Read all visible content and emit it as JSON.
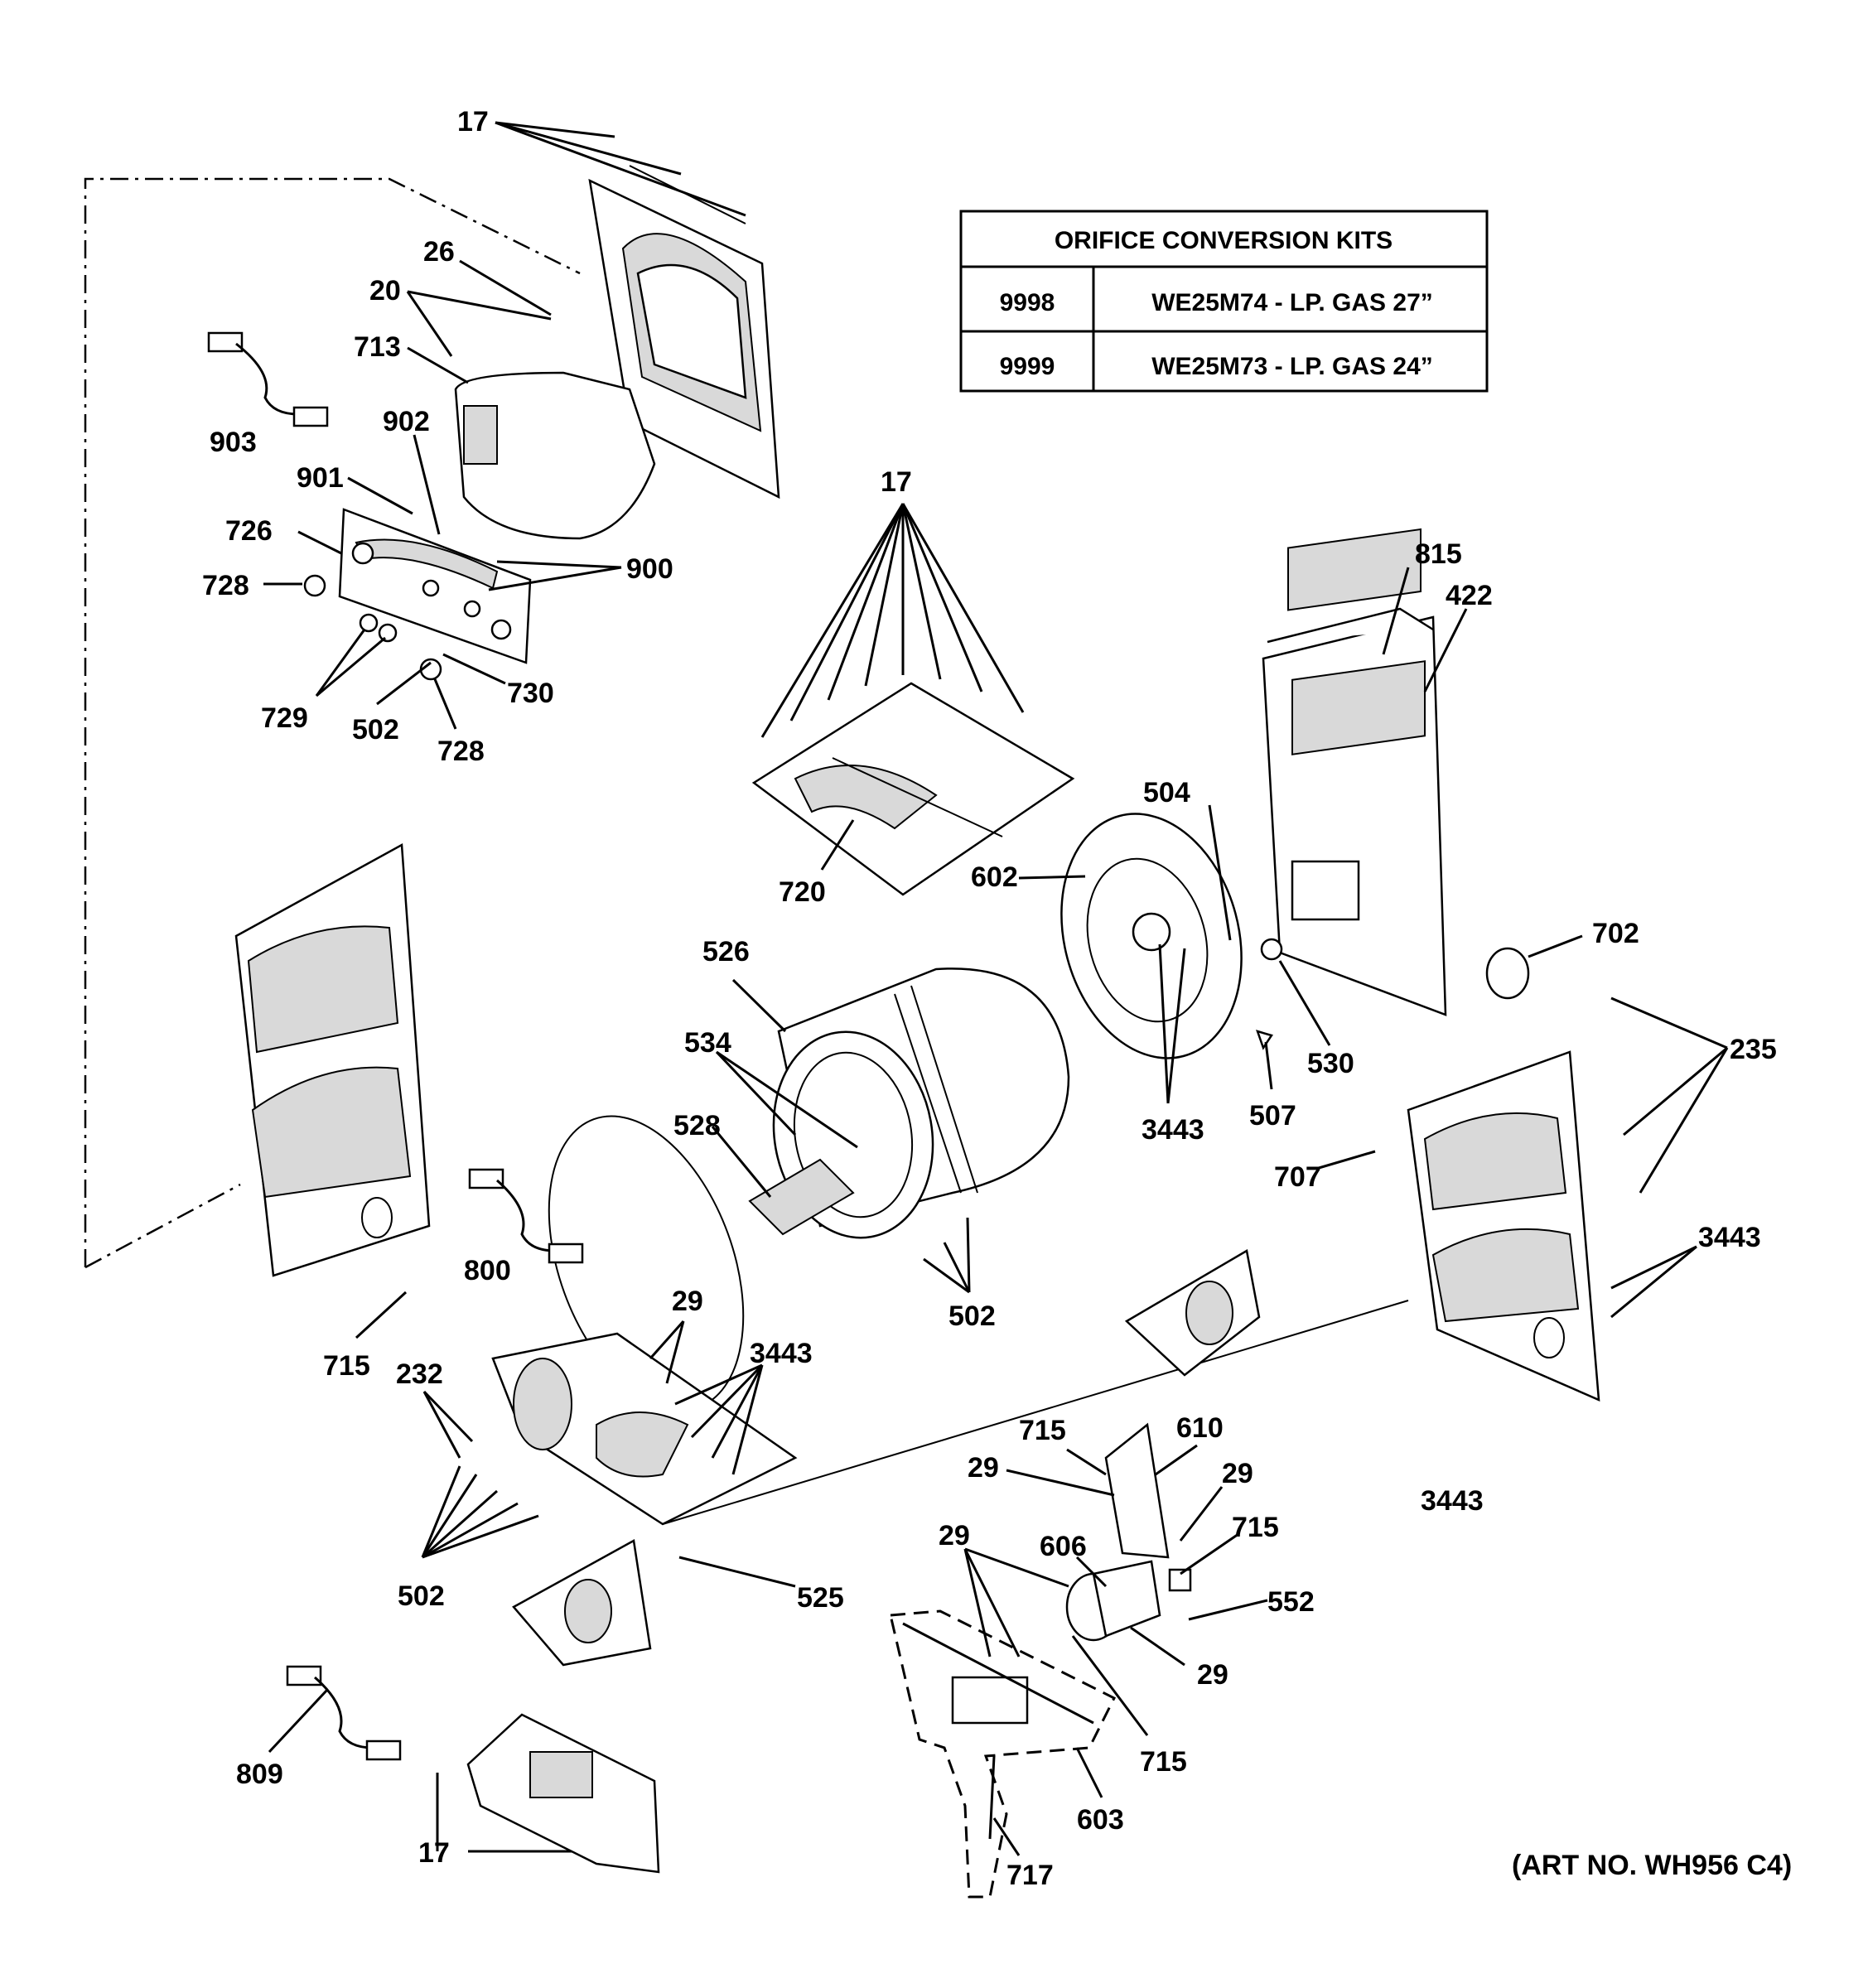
{
  "table": {
    "title": "ORIFICE CONVERSION KITS",
    "rows": [
      {
        "num": "9998",
        "desc": "WE25M74 - LP. GAS 27”"
      },
      {
        "num": "9999",
        "desc": "WE25M73 - LP. GAS 24”"
      }
    ]
  },
  "art_no": "(ART NO. WH956 C4)",
  "callouts": {
    "c17_top": "17",
    "c26": "26",
    "c20": "20",
    "c713": "713",
    "c903": "903",
    "c902": "902",
    "c901": "901",
    "c726": "726",
    "c728_a": "728",
    "c900": "900",
    "c729": "729",
    "c502_a": "502",
    "c730": "730",
    "c728_b": "728",
    "c17_mid": "17",
    "c815": "815",
    "c422": "422",
    "c504": "504",
    "c602": "602",
    "c720": "720",
    "c526": "526",
    "c702": "702",
    "c530": "530",
    "c534": "534",
    "c235": "235",
    "c3443_a": "3443",
    "c507": "507",
    "c528": "528",
    "c707": "707",
    "c3443_b": "3443",
    "c800": "800",
    "c502_b": "502",
    "c29_a": "29",
    "c3443_c": "3443",
    "c715_a": "715",
    "c232": "232",
    "c715_b": "715",
    "c610": "610",
    "c29_b": "29",
    "c29_c": "29",
    "c3443_d": "3443",
    "c715_c": "715",
    "c29_d": "29",
    "c606": "606",
    "c502_c": "502",
    "c552": "552",
    "c525": "525",
    "c29_e": "29",
    "c715_d": "715",
    "c809": "809",
    "c603": "603",
    "c17_bot": "17",
    "c717": "717"
  }
}
